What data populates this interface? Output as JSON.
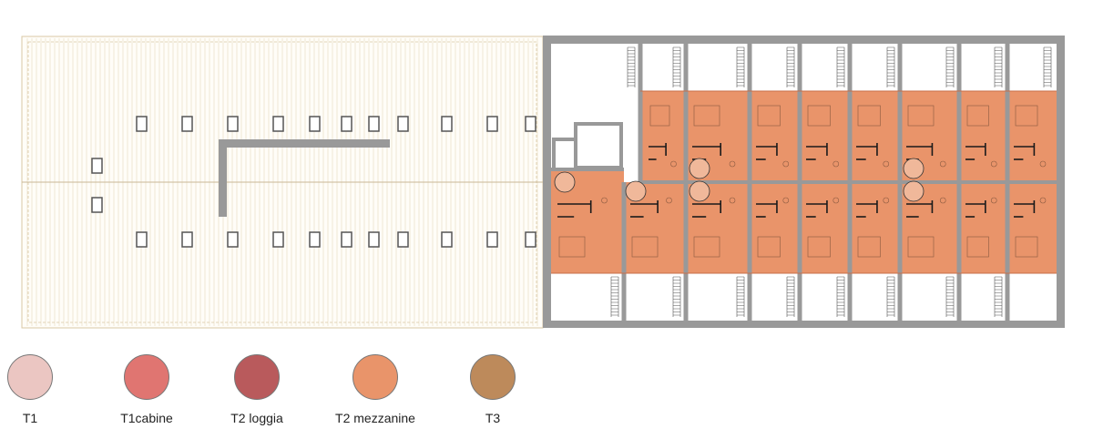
{
  "legend": [
    {
      "label": "T1",
      "color": "#ebc6c2"
    },
    {
      "label": "T1cabine",
      "color": "#e07571"
    },
    {
      "label": "T2 loggia",
      "color": "#b95a5c"
    },
    {
      "label": "T2 mezzanine",
      "color": "#e9946a"
    },
    {
      "label": "T3",
      "color": "#bd8a5b"
    }
  ],
  "colors": {
    "wall": "#999999",
    "roof_lines": "#d9c8a4",
    "mezzanine": "#e9946a"
  },
  "units": {
    "upper_row_count": 8,
    "lower_row_count": 9
  }
}
